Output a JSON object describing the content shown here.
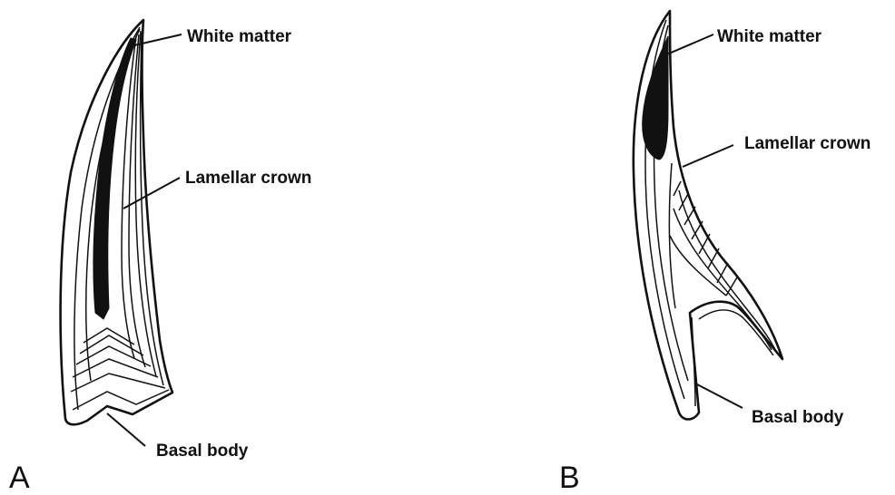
{
  "panels": [
    {
      "letter": "A",
      "labels": {
        "white_matter": "White matter",
        "lamellar_crown": "Lamellar crown",
        "basal_body": "Basal body"
      }
    },
    {
      "letter": "B",
      "labels": {
        "white_matter": "White matter",
        "lamellar_crown": "Lamellar crown",
        "basal_body": "Basal body"
      }
    }
  ],
  "colors": {
    "ink": "#111111",
    "background": "#ffffff"
  }
}
